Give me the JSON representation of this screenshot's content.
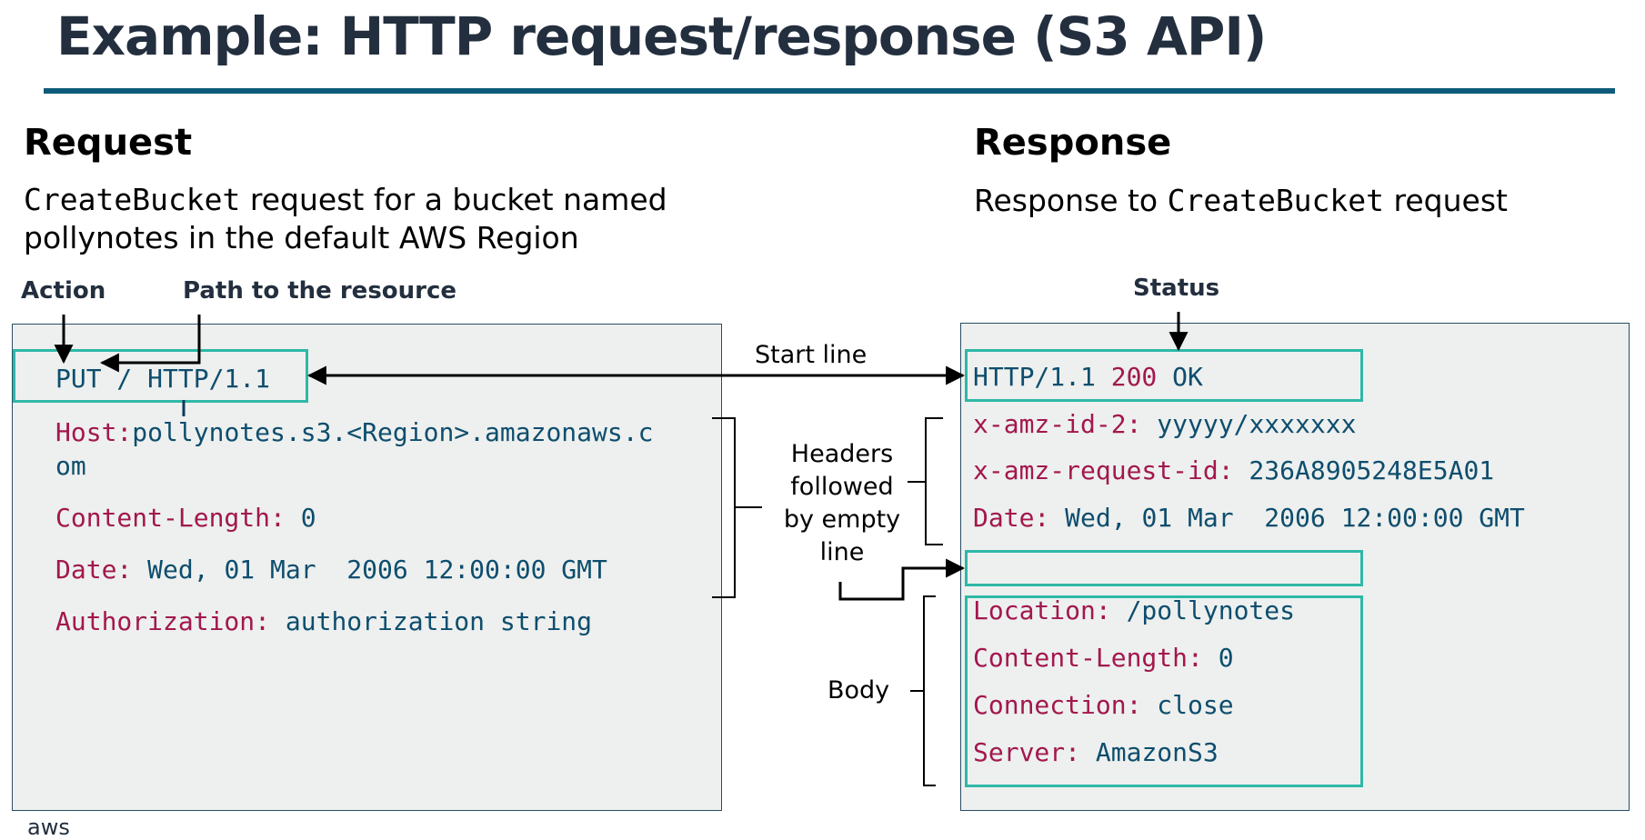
{
  "title": "Example: HTTP request/response (S3 API)",
  "request": {
    "heading": "Request",
    "desc_code": "CreateBucket",
    "desc_rest": " request for a bucket named",
    "desc_line2": "pollynotes in the default AWS Region",
    "label_action": "Action",
    "label_path": "Path to the resource",
    "start_line": "PUT / HTTP/1.1",
    "headers": [
      {
        "key": "Host:",
        "value": "pollynotes.s3.<Region>.amazonaws.c",
        "cont": "om"
      },
      {
        "key": "Content-Length:",
        "value": " 0"
      },
      {
        "key": "Date:",
        "value": " Wed, 01 Mar  2006 12:00:00 GMT"
      },
      {
        "key": "Authorization:",
        "value": " authorization string"
      }
    ]
  },
  "response": {
    "heading": "Response",
    "desc_pre": "Response to ",
    "desc_code": "CreateBucket",
    "desc_post": "  request",
    "label_status": "Status",
    "status": {
      "version": "HTTP/1.1 ",
      "code": "200",
      "text": " OK"
    },
    "headers": [
      {
        "key": "x-amz-id-2:",
        "value": " yyyyy/xxxxxxx"
      },
      {
        "key": "x-amz-request-id:",
        "value": " 236A8905248E5A01"
      },
      {
        "key": "Date:",
        "value": " Wed, 01 Mar  2006 12:00:00 GMT"
      }
    ],
    "body": [
      {
        "key": "Location:",
        "value": " /pollynotes"
      },
      {
        "key": "Content-Length:",
        "value": " 0"
      },
      {
        "key": "Connection:",
        "value": " close"
      },
      {
        "key": "Server:",
        "value": " AmazonS3"
      }
    ]
  },
  "middle": {
    "start_line": "Start line",
    "headers_note": [
      "Headers",
      "followed",
      "by empty",
      "line"
    ],
    "body_note": "Body"
  },
  "footer_logo": "aws",
  "colors": {
    "title": "#232f3e",
    "rule": "#0e5a7a",
    "panel": "#edf0ee",
    "highlight": "#2fb8a8",
    "key": "#a3174e",
    "value": "#0e4d6e"
  }
}
